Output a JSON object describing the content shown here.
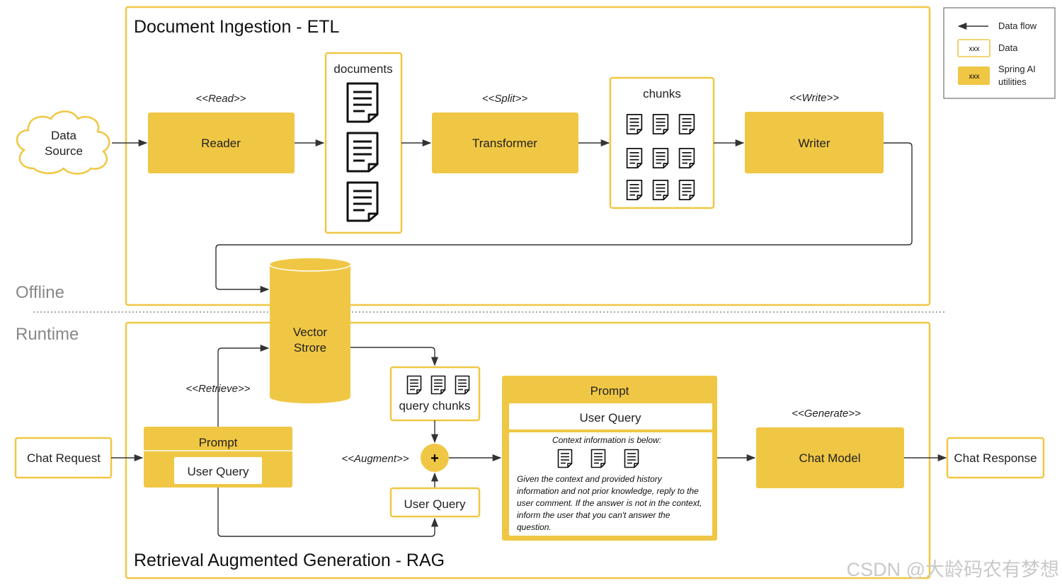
{
  "etl": {
    "title": "Document Ingestion - ETL",
    "data_source": [
      "Data",
      "Source"
    ],
    "read_label": "<<Read>>",
    "reader": "Reader",
    "documents": "documents",
    "split_label": "<<Split>>",
    "transformer": "Transformer",
    "chunks": "chunks",
    "write_label": "<<Write>>",
    "writer": "Writer"
  },
  "phases": {
    "offline": "Offline",
    "runtime": "Runtime"
  },
  "vector_store": [
    "Vector",
    "Strore"
  ],
  "legend": {
    "data_flow": "Data flow",
    "data_sample": "xxx",
    "data": "Data",
    "utility_sample": "xxx",
    "utilities": [
      "Spring AI",
      "utilities"
    ]
  },
  "rag": {
    "title": "Retrieval Augmented Generation - RAG",
    "chat_request": "Chat Request",
    "retrieve_label": "<<Retrieve>>",
    "prompt_left": "Prompt",
    "user_query_left": "User Query",
    "query_chunks": "query chunks",
    "augment_label": "<<Augment>>",
    "plus": "+",
    "user_query_mid": "User Query",
    "prompt_big": "Prompt",
    "user_query_big": "User Query",
    "context_header": "Context information is below:",
    "context_body": [
      "Given the context and provided history",
      "information and not prior knowledge, reply to the",
      "user comment. If the answer is not in the context,",
      "inform the user that you can't answer the",
      "question."
    ],
    "generate_label": "<<Generate>>",
    "chat_model": "Chat Model",
    "chat_response": "Chat Response"
  },
  "watermark": "CSDN @大龄码农有梦想",
  "colors": {
    "accent": "#F0C744",
    "border": "#F0C744",
    "line": "#333333",
    "muted": "#888888"
  }
}
